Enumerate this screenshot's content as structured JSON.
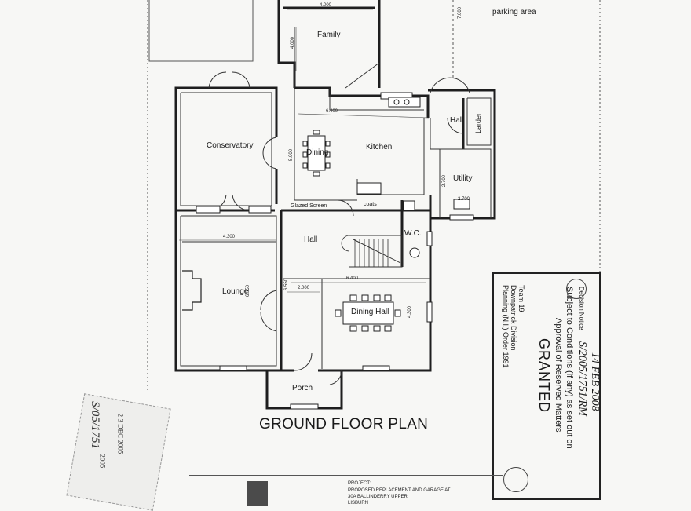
{
  "title": "GROUND FLOOR PLAN",
  "parking_label": "parking area",
  "rooms": {
    "family": "Family",
    "conservatory": "Conservatory",
    "dining": "Dining",
    "kitchen": "Kitchen",
    "hall_top": "Hall",
    "larder": "Larder",
    "utility": "Utility",
    "glazed_screen": "Glazed Screen",
    "coats": "coats",
    "wc": "W.C.",
    "hall": "Hall",
    "lounge": "Lounge",
    "dining_hall": "Dining Hall",
    "porch": "Porch"
  },
  "dimensions": {
    "family_width": "4.000",
    "family_depth": "4.000",
    "parking_depth": "7.000",
    "kitchen_width": "6.400",
    "dining_depth": "5.000",
    "utility_depth": "2.700",
    "utility_width": "2.700",
    "lounge_width": "4.300",
    "lounge_depth": "6.550",
    "hall_depth": "6.550",
    "hall_width": "2.000",
    "dining_hall_width": "6.400",
    "dining_hall_depth": "4.300"
  },
  "stamp": {
    "line1": "Planning (N.I.) Order 1991",
    "line2": "Downpatrick Division",
    "line3": "Team 19",
    "granted": "GRANTED",
    "approval": "Approval of Reserved Matters",
    "subject": "Subject to Conditions (if any) as set out on",
    "decision": "Decision Notice",
    "ref": "S/2005/1751/RM",
    "date": "14 FEB 2008"
  },
  "old_stamp": {
    "handwritten": "S/05/1751",
    "date": "2 3 DEC 2005",
    "year": "2005"
  },
  "title_block": {
    "project_label": "PROJECT:",
    "project_line1": "PROPOSED REPLACEMENT AND GARAGE AT",
    "project_line2": "30A BALLINDERRY UPPER",
    "project_line3": "LISBURN"
  }
}
